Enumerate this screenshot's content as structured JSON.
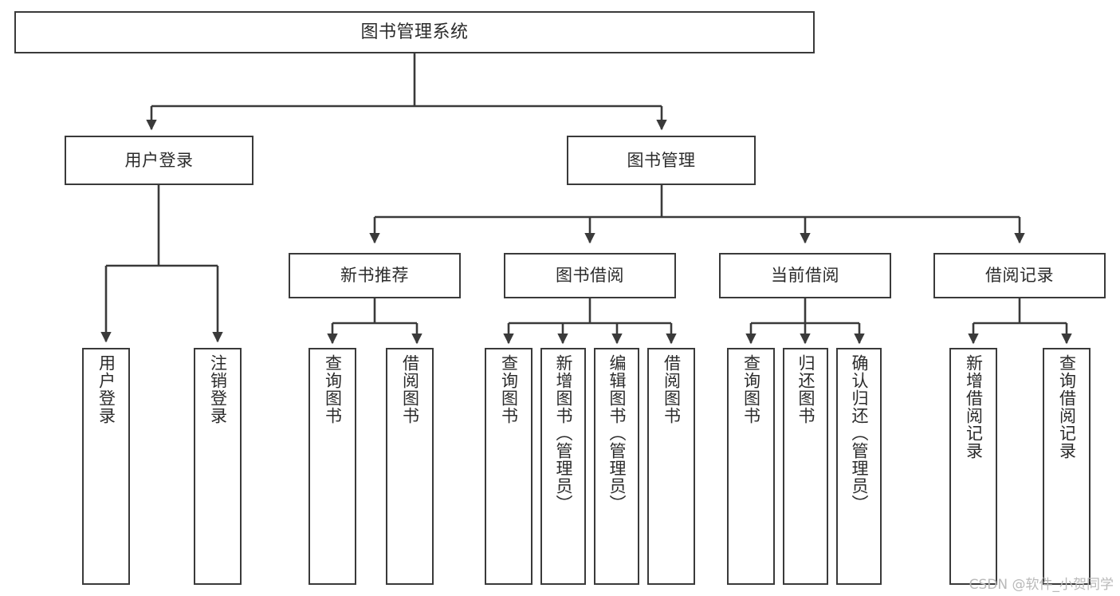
{
  "diagram": {
    "title": "图书管理系统",
    "watermark": "CSDN @软件_小贺同学",
    "line_color": "#3a3a3a",
    "box_fill": "#ffffff",
    "text_color": "#2b2b2b",
    "watermark_color": "#b9b9b9"
  },
  "nodes": {
    "root": {
      "label": "图书管理系统"
    },
    "level2": [
      {
        "label": "用户登录"
      },
      {
        "label": "图书管理"
      }
    ],
    "level3": [
      {
        "label": "新书推荐"
      },
      {
        "label": "图书借阅"
      },
      {
        "label": "当前借阅"
      },
      {
        "label": "借阅记录"
      }
    ],
    "leaves": {
      "user_login": [
        {
          "label": "用户登录"
        },
        {
          "label": "注销登录"
        }
      ],
      "new_book_recommend": [
        {
          "label": "查询图书"
        },
        {
          "label": "借阅图书"
        }
      ],
      "book_borrow": [
        {
          "label": "查询图书"
        },
        {
          "label": "新增图书（管理员）"
        },
        {
          "label": "编辑图书（管理员）"
        },
        {
          "label": "借阅图书"
        }
      ],
      "current_borrow": [
        {
          "label": "查询图书"
        },
        {
          "label": "归还图书"
        },
        {
          "label": "确认归还（管理员）"
        }
      ],
      "borrow_record": [
        {
          "label": "新增借阅记录"
        },
        {
          "label": "查询借阅记录"
        }
      ]
    }
  }
}
